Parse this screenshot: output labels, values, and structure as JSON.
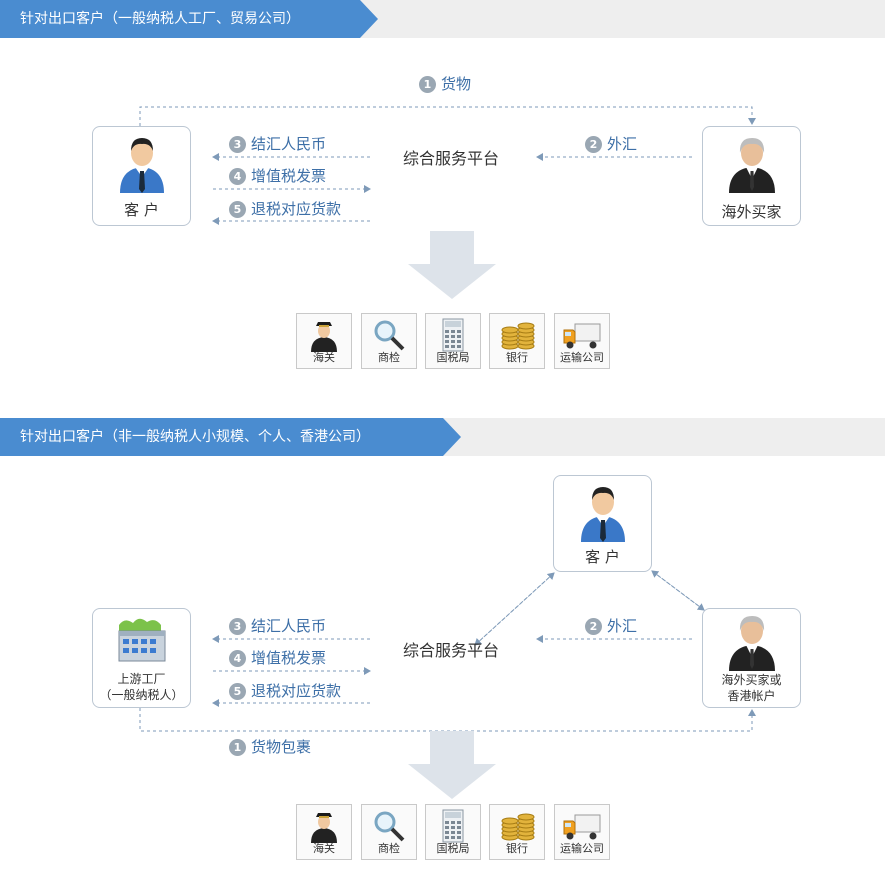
{
  "sections": [
    {
      "header": "针对出口客户（一般纳税人工厂、贸易公司）",
      "top_step": {
        "num": "1",
        "label": "货物"
      },
      "left_box": {
        "label": "客 户"
      },
      "right_box": {
        "label": "海外买家"
      },
      "platform": "综合服务平台",
      "steps": [
        {
          "num": "3",
          "label": "结汇人民币"
        },
        {
          "num": "4",
          "label": "增值税发票"
        },
        {
          "num": "5",
          "label": "退税对应货款"
        }
      ],
      "right_step": {
        "num": "2",
        "label": "外汇"
      },
      "institutions": [
        "海关",
        "商检",
        "国税局",
        "银行",
        "运输公司"
      ]
    },
    {
      "header": "针对出口客户（非一般纳税人小规模、个人、香港公司）",
      "top_box": {
        "label": "客 户"
      },
      "left_box": {
        "line1": "上游工厂",
        "line2": "（一般纳税人）"
      },
      "right_box": {
        "line1": "海外买家或",
        "line2": "香港帐户"
      },
      "platform": "综合服务平台",
      "steps": [
        {
          "num": "3",
          "label": "结汇人民币"
        },
        {
          "num": "4",
          "label": "增值税发票"
        },
        {
          "num": "5",
          "label": "退税对应货款"
        }
      ],
      "right_step": {
        "num": "2",
        "label": "外汇"
      },
      "bottom_step": {
        "num": "1",
        "label": "货物包裹"
      },
      "institutions": [
        "海关",
        "商检",
        "国税局",
        "银行",
        "运输公司"
      ]
    }
  ],
  "colors": {
    "header_tab": "#4a8cd0",
    "step_text": "#3d6fa7",
    "arrow": "#7e9ab8"
  },
  "icons": [
    "person-icon",
    "elder-person-icon",
    "factory-icon",
    "customs-officer-icon",
    "magnifier-icon",
    "calculator-icon",
    "coins-icon",
    "truck-icon"
  ]
}
